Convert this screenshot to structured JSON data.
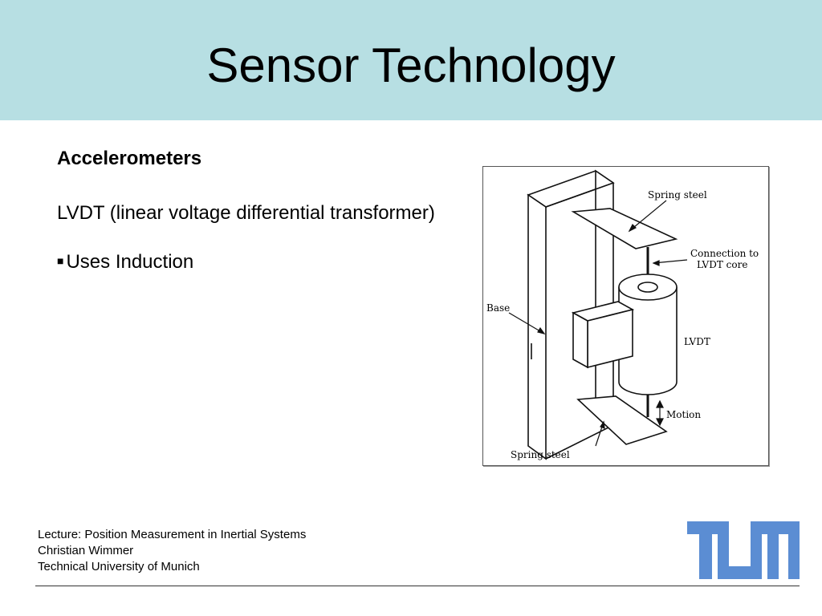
{
  "slide": {
    "title": "Sensor Technology",
    "heading": "Accelerometers",
    "subtitle": "LVDT (linear voltage differential transformer)",
    "bullets": [
      "Uses Induction"
    ]
  },
  "figure": {
    "labels": {
      "spring_top": "Spring steel",
      "connection_1": "Connection to",
      "connection_2": "LVDT core",
      "base": "Base",
      "lvdt": "LVDT",
      "motion": "Motion",
      "spring_bottom": "Spring steel"
    }
  },
  "footer": {
    "line1": "Lecture: Position Measurement in Inertial Systems",
    "line2": "Christian Wimmer",
    "line3": "Technical University of Munich"
  },
  "logo": {
    "color": "#5b8dd3"
  },
  "colors": {
    "header_bg": "#b7dfe3"
  }
}
